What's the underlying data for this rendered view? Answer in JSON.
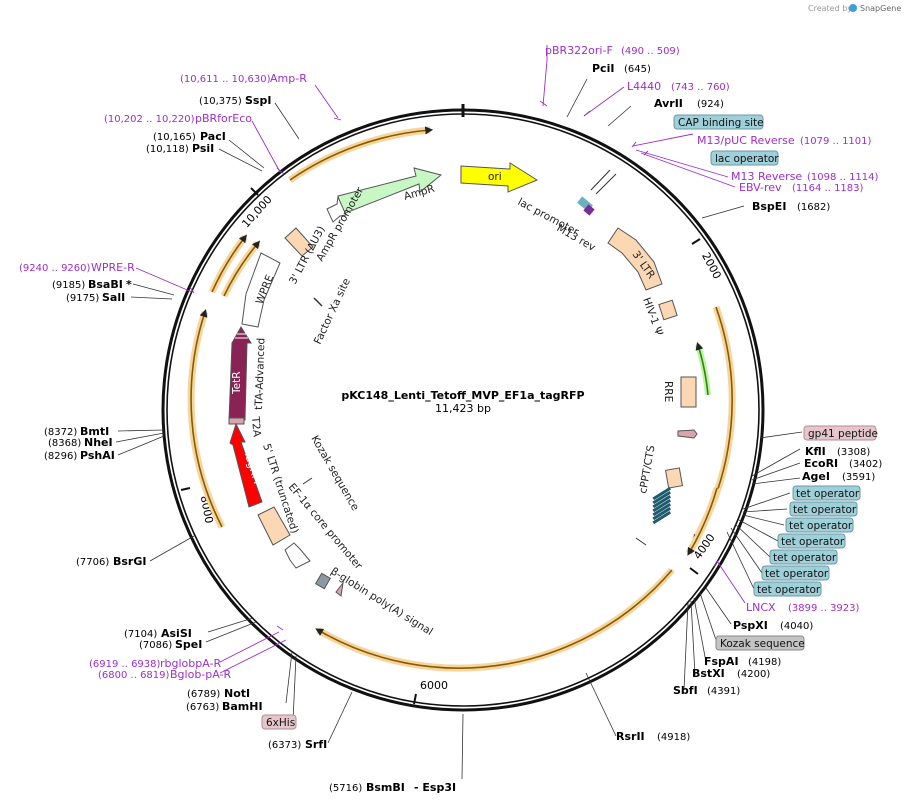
{
  "credit": {
    "prefix": "Created by",
    "brand": "SnapGene"
  },
  "map": {
    "name": "pKC148_Lenti_Tetoff_MVP_EF1a_tagRFP",
    "length": "11,423 bp",
    "ticks": [
      "2000",
      "4000",
      "6000",
      "8000",
      "10,000"
    ]
  },
  "sites": [
    {
      "name": "PciI",
      "pos": "(645)"
    },
    {
      "name": "AvrII",
      "pos": "(924)"
    },
    {
      "name": "BspEI",
      "pos": "(1682)"
    },
    {
      "name": "KflI",
      "pos": "(3308)"
    },
    {
      "name": "EcoRI",
      "pos": "(3402)"
    },
    {
      "name": "AgeI",
      "pos": "(3591)"
    },
    {
      "name": "PspXI",
      "pos": "(4040)"
    },
    {
      "name": "FspAI",
      "pos": "(4198)"
    },
    {
      "name": "BstXI",
      "pos": "(4200)"
    },
    {
      "name": "SbfI",
      "pos": "(4391)"
    },
    {
      "name": "RsrII",
      "pos": "(4918)"
    },
    {
      "name": "BsmBI",
      "pos": "(5716)",
      "extra": "- Esp3I"
    },
    {
      "name": "SrfI",
      "pos": "(6373)"
    },
    {
      "name": "BamHI",
      "pos": "(6763)"
    },
    {
      "name": "NotI",
      "pos": "(6789)"
    },
    {
      "name": "SpeI",
      "pos": "(7086)"
    },
    {
      "name": "AsiSI",
      "pos": "(7104)"
    },
    {
      "name": "BsrGI",
      "pos": "(7706)"
    },
    {
      "name": "PshAI",
      "pos": "(8296)"
    },
    {
      "name": "NheI",
      "pos": "(8368)"
    },
    {
      "name": "BmtI",
      "pos": "(8372)"
    },
    {
      "name": "SalI",
      "pos": "(9175)"
    },
    {
      "name": "BsaBI",
      "pos": "(9185)",
      "extra": "*"
    },
    {
      "name": "PsiI",
      "pos": "(10,118)"
    },
    {
      "name": "PacI",
      "pos": "(10,165)"
    },
    {
      "name": "SspI",
      "pos": "(10,375)"
    }
  ],
  "primers": [
    {
      "name": "pBR322ori-F",
      "pos": "(490 .. 509)"
    },
    {
      "name": "L4440",
      "pos": "(743 .. 760)"
    },
    {
      "name": "M13/pUC Reverse",
      "pos": "(1079 .. 1101)"
    },
    {
      "name": "M13 Reverse",
      "pos": "(1098 .. 1114)"
    },
    {
      "name": "EBV-rev",
      "pos": "(1164 .. 1183)"
    },
    {
      "name": "LNCX",
      "pos": "(3899 .. 3923)"
    },
    {
      "name": "rbglobpA-R",
      "pos": "(6919 .. 6938)"
    },
    {
      "name": "Bglob-pA-R",
      "pos": "(6800 .. 6819)"
    },
    {
      "name": "WPRE-R",
      "pos": "(9240 .. 9260)"
    },
    {
      "name": "pBRforEco",
      "pos": "(10,202 .. 10,220)"
    },
    {
      "name": "Amp-R",
      "pos": "(10,611 .. 10,630)"
    }
  ],
  "boxes": [
    {
      "name": "CAP binding site",
      "color": "#9fcfd8"
    },
    {
      "name": "lac operator",
      "color": "#9fcfd8"
    },
    {
      "name": "gp41 peptide",
      "color": "#e6c5cc"
    },
    {
      "name": "tet operator",
      "color": "#9fcfd8"
    },
    {
      "name": "Kozak sequence",
      "color": "#c4c4c4"
    },
    {
      "name": "6xHis",
      "color": "#e6c5cc"
    }
  ],
  "features": {
    "ori": "ori",
    "ampr": "AmpR",
    "ampr_promoter": "AmpR promoter",
    "lac_promoter": "lac promoter",
    "m13rev": "M13 rev",
    "ltr3": "3' LTR",
    "hiv": "HIV-1 Ψ",
    "rre": "RRE",
    "cppt": "cPPT/CTS",
    "ltr3_du3": "3' LTR (ΔU3)",
    "wpre": "WPRE",
    "factor_xa": "Factor Xa site",
    "tta": "tTA-Advanced",
    "tetr": "TetR",
    "t2a": "T2A",
    "tagrfp": "TagRFP",
    "ltr5": "5' LTR (truncated)",
    "kozak": "Kozak sequence",
    "ef1a": "EF-1α core promoter",
    "bglobin": "β-globin poly(A) signal"
  }
}
